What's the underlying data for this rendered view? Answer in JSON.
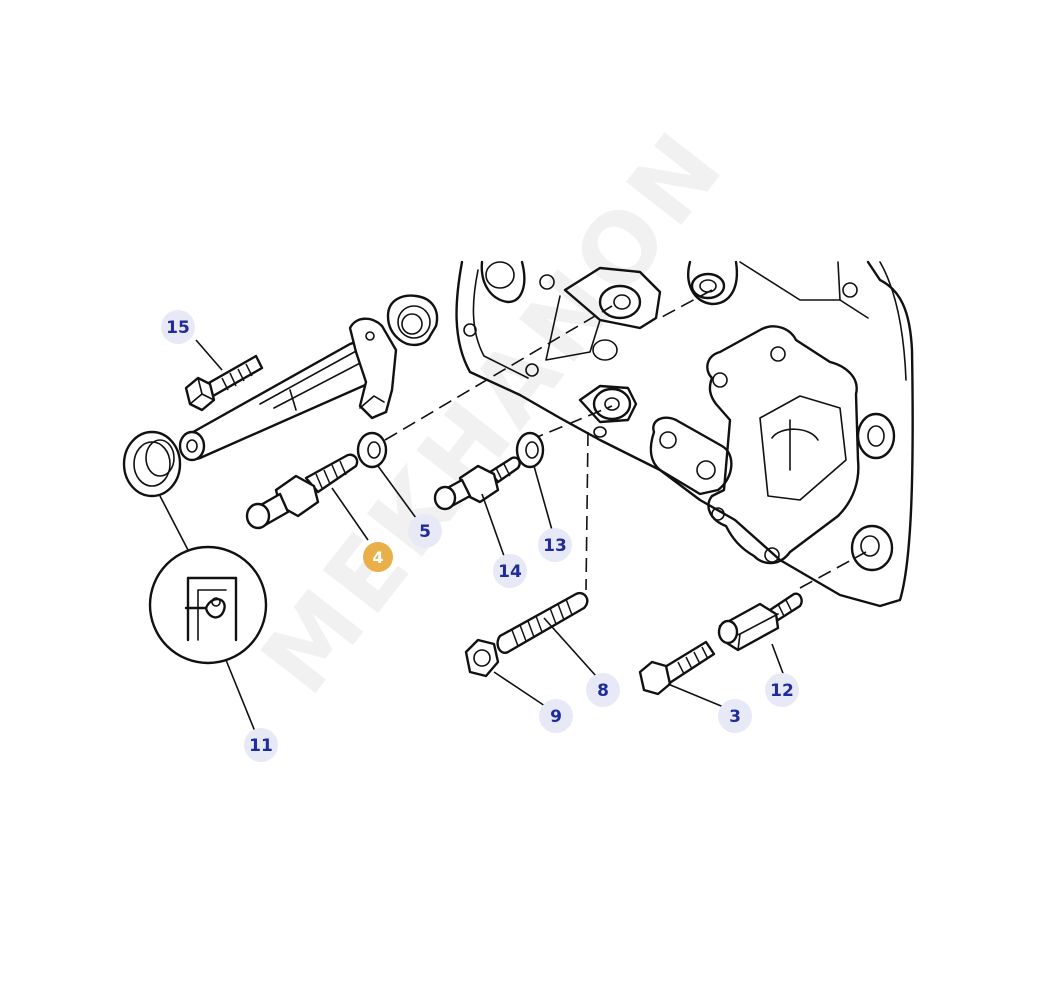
{
  "diagram": {
    "watermark": "MEKHANON",
    "callouts": [
      {
        "label": "15",
        "active": false
      },
      {
        "label": "4",
        "active": true
      },
      {
        "label": "5",
        "active": false
      },
      {
        "label": "13",
        "active": false
      },
      {
        "label": "14",
        "active": false
      },
      {
        "label": "8",
        "active": false
      },
      {
        "label": "12",
        "active": false
      },
      {
        "label": "9",
        "active": false
      },
      {
        "label": "3",
        "active": false
      },
      {
        "label": "11",
        "active": false
      }
    ],
    "colors": {
      "callout_bg": "#e8e9f6",
      "callout_text": "#1f2a9b",
      "active_bg": "#e9b04a",
      "active_text": "#ffffff",
      "line": "#111111"
    }
  }
}
